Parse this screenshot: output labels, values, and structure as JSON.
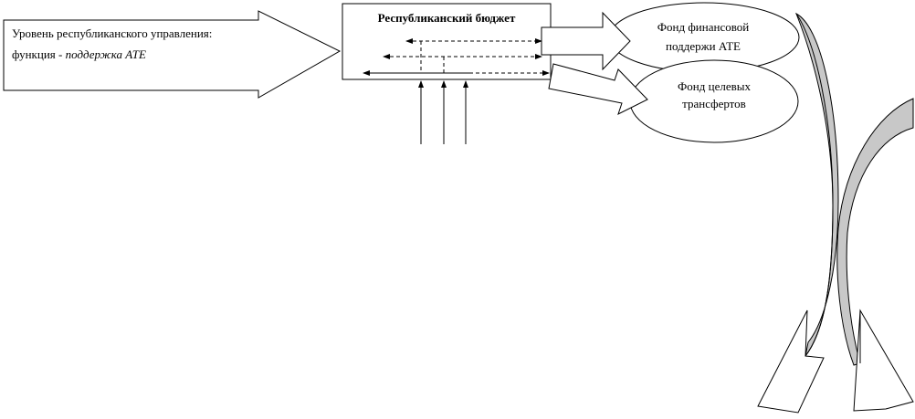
{
  "level_arrow": {
    "line1": "Уровень республиканского  управления:",
    "line2_prefix": "функция - ",
    "line2_function": "поддержка АТЕ"
  },
  "budget_box": {
    "title": "Республиканский бюджет"
  },
  "fund_financial": {
    "line1": "Фонд финансовой",
    "line2": "поддержи  АТЕ"
  },
  "fund_transfers": {
    "line1": "Фонд целевых",
    "line2": "трансфертов"
  },
  "colors": {
    "stroke": "#000000",
    "fill": "#ffffff",
    "ribbon_fill": "#c8c8c8"
  }
}
